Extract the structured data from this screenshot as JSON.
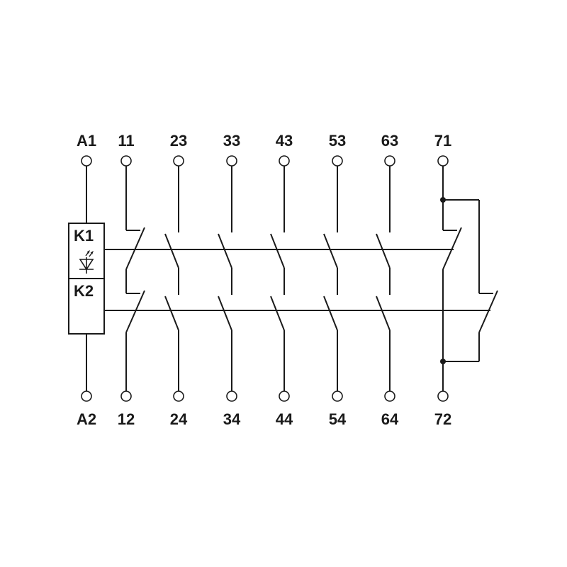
{
  "terminals_top": {
    "a1": "A1",
    "t11": "11",
    "t23": "23",
    "t33": "33",
    "t43": "43",
    "t53": "53",
    "t63": "63",
    "t71": "71"
  },
  "terminals_bottom": {
    "a2": "A2",
    "t12": "12",
    "t24": "24",
    "t34": "34",
    "t44": "44",
    "t54": "54",
    "t64": "64",
    "t72": "72"
  },
  "coils": {
    "k1": "K1",
    "k2": "K2"
  }
}
